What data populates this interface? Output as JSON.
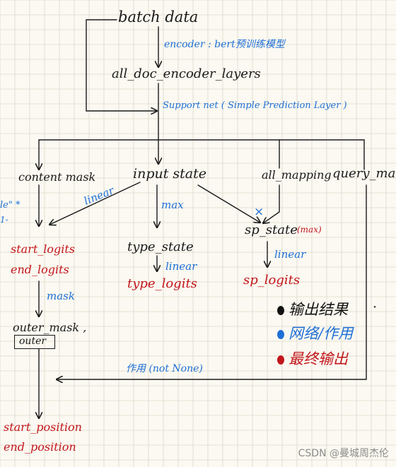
{
  "nodes": {
    "batch_data": "batch  data",
    "all_doc_encoder_layers": "all_doc_encoder_layers",
    "content_mask": "content mask",
    "input_state": "input  state",
    "all_mapping": "all_mapping",
    "query_mapping": "query_mapping",
    "start_end_logits": [
      "start_logits",
      "end_logits"
    ],
    "type_state": "type_state",
    "type_logits": "type_logits",
    "sp_state": "sp_state",
    "sp_max": "(max)",
    "sp_logits": "sp_logits",
    "outer_mask": "outer_mask ,",
    "outer": "outer",
    "positions": [
      "start_position",
      "end_position"
    ],
    "left_fragment": [
      "le\" *",
      "1-"
    ]
  },
  "edge_labels": {
    "encoder": "encoder : bert预训练模型",
    "support_net": "Support net ( Simple Prediction Layer )",
    "linear_left": "linear",
    "max": "max",
    "linear_type": "linear",
    "linear_sp": "linear",
    "mask": "mask",
    "apply_not_none": "作用 (not None)",
    "star": "×"
  },
  "legend": [
    {
      "label": "输出结果",
      "color": "#111111"
    },
    {
      "label": "网络/作用",
      "color": "#1f6fd6"
    },
    {
      "label": "最终输出",
      "color": "#c2161b"
    }
  ],
  "legend_tail": "·",
  "watermark": "CSDN @曼城周杰伦"
}
